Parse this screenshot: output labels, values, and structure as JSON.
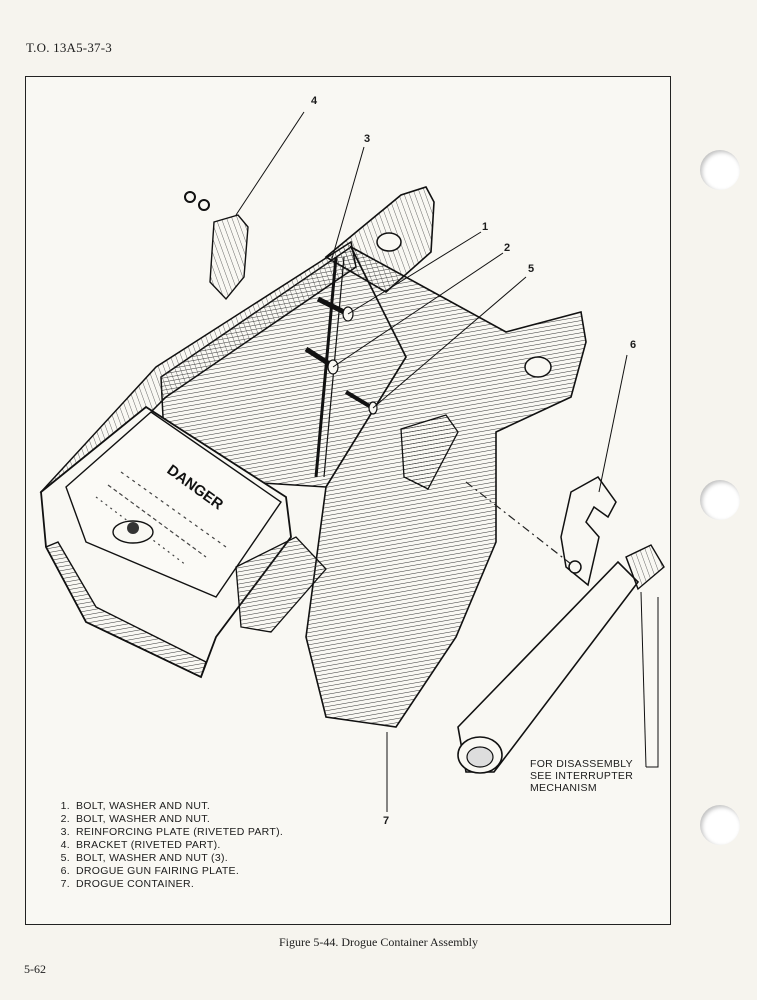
{
  "header": {
    "doc_number": "T.O. 13A5-37-3"
  },
  "callouts": [
    "1",
    "2",
    "3",
    "4",
    "5",
    "6",
    "7"
  ],
  "legend": [
    {
      "num": "1.",
      "text": "BOLT, WASHER AND NUT."
    },
    {
      "num": "2.",
      "text": "BOLT, WASHER AND NUT."
    },
    {
      "num": "3.",
      "text": "REINFORCING PLATE (RIVETED PART)."
    },
    {
      "num": "4.",
      "text": "BRACKET (RIVETED PART)."
    },
    {
      "num": "5.",
      "text": "BOLT, WASHER AND NUT (3)."
    },
    {
      "num": "6.",
      "text": "DROGUE GUN FAIRING PLATE."
    },
    {
      "num": "7.",
      "text": "DROGUE CONTAINER."
    }
  ],
  "note": {
    "line1": "FOR DISASSEMBLY",
    "line2": "SEE INTERRUPTER",
    "line3": "MECHANISM"
  },
  "placard": {
    "title": "DANGER"
  },
  "caption": "Figure 5-44. Drogue Container Assembly",
  "page_number": "5-62"
}
